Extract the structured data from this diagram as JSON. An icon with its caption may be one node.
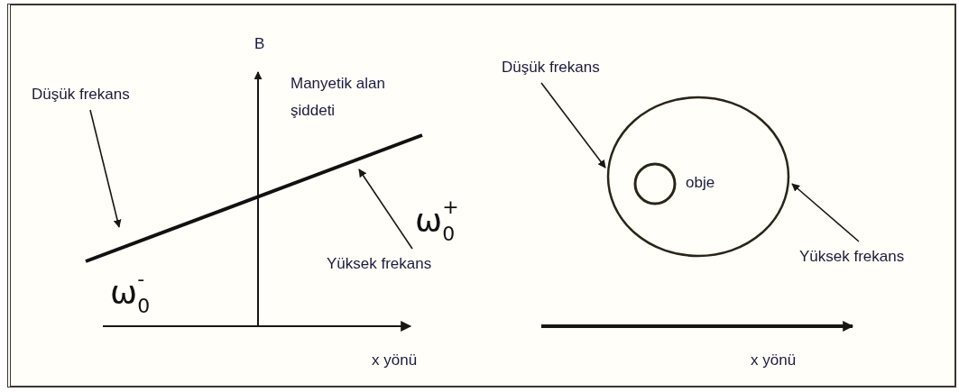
{
  "diagram": {
    "nodes": [
      {
        "text": [
          "Düşük frekans"
        ]
      },
      {
        "text": [],
        "shape": "line"
      },
      {
        "text": [
          "Yüksek frekans"
        ]
      },
      {
        "text": [
          "Düşük frekans"
        ]
      },
      {
        "text": [],
        "shape": "ellipse"
      },
      {
        "text": [],
        "shape": "circle",
        "in": 4,
        "beside": [
          "obje"
        ]
      },
      {
        "text": [
          "Yüksek frekans"
        ]
      }
    ],
    "edges": [
      {
        "from": 0,
        "to": 1,
        "arrow": "to"
      },
      {
        "from": 2,
        "to": 1,
        "arrow": "to"
      },
      {
        "from": 3,
        "to": 4,
        "arrow": "to"
      },
      {
        "from": 6,
        "to": 4,
        "arrow": "to"
      }
    ],
    "labels": [
      "B",
      "Manyetik alan şiddeti",
      "ω$_{0}$$^{+}$",
      "ω$_{0}$$^{-}$",
      "x yönü",
      "x yönü"
    ]
  }
}
